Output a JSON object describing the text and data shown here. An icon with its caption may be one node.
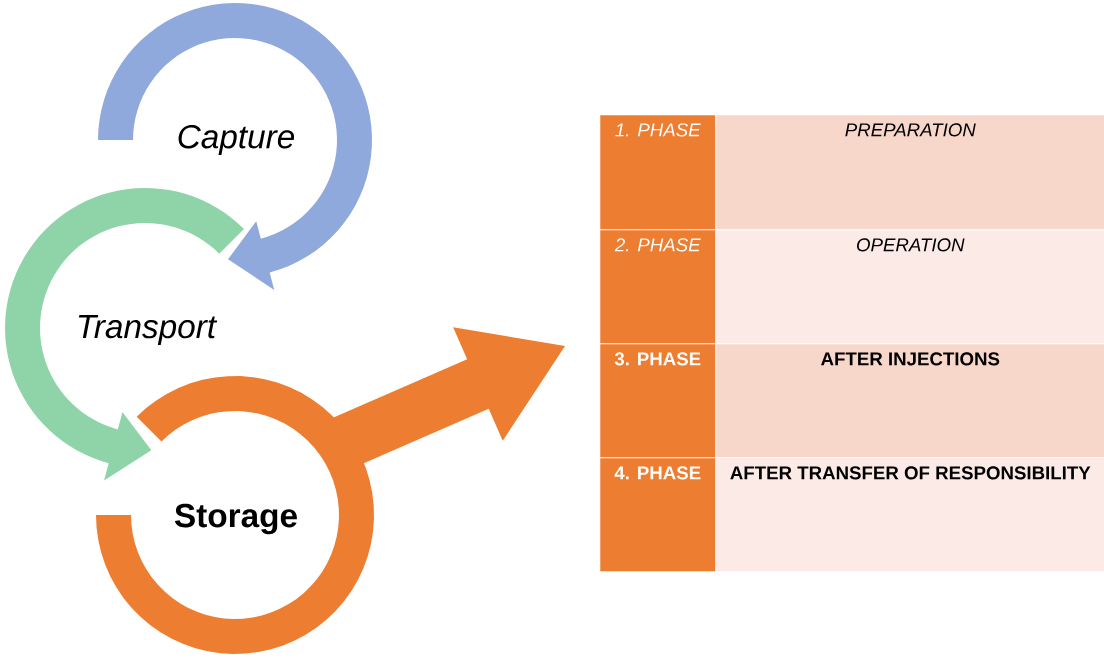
{
  "diagram": {
    "nodes": [
      {
        "text": [
          "Capture"
        ]
      },
      {
        "text": [
          "Transport"
        ]
      },
      {
        "text": [
          "Storage"
        ]
      },
      {
        "text": [
          "1. PHASE"
        ]
      },
      {
        "text": [
          "PREPARATION"
        ]
      },
      {
        "text": [
          "2. PHASE"
        ]
      },
      {
        "text": [
          "OPERATION"
        ]
      },
      {
        "text": [
          "3. PHASE"
        ]
      },
      {
        "text": [
          "AFTER INJECTIONS"
        ]
      },
      {
        "text": [
          "4. PHASE"
        ]
      },
      {
        "text": [
          "AFTER TRANSFER OF RESPONSIBILITY"
        ]
      }
    ],
    "edges": [
      {
        "from": 0,
        "to": 1,
        "arrow": "to",
        "color": "#8fa9dc"
      },
      {
        "from": 1,
        "to": 2,
        "arrow": "to",
        "color": "#8fd4a9"
      },
      {
        "from": 2,
        "to": null,
        "arrow": "to",
        "style": "thick",
        "color": "#ed7d31"
      }
    ]
  }
}
